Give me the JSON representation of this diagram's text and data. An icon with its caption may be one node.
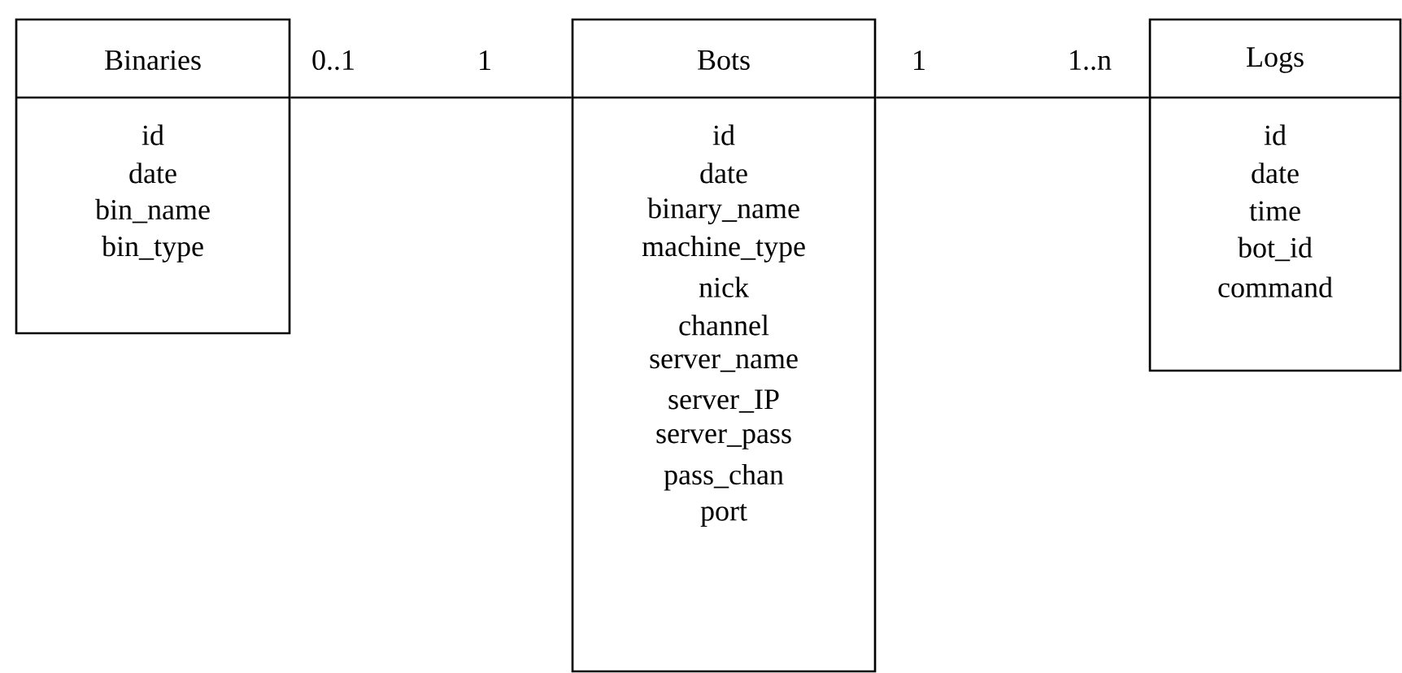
{
  "diagram": {
    "nodes": [
      {
        "text": [
          "Binaries",
          "id",
          "date",
          "bin_name",
          "bin_type"
        ]
      },
      {
        "text": [
          "Bots",
          "id",
          "date",
          "binary_name",
          "machine_type",
          "nick",
          "channel",
          "server_name",
          "server_IP",
          "server_pass",
          "pass_chan",
          "port"
        ]
      },
      {
        "text": [
          "Logs",
          "id",
          "date",
          "time",
          "bot_id",
          "command"
        ]
      }
    ],
    "edges": [
      {
        "from": 0,
        "to": 1,
        "arrow": "none"
      },
      {
        "from": 1,
        "to": 2,
        "arrow": "none"
      }
    ],
    "labels": [
      "0..1",
      "1",
      "1",
      "1..n"
    ]
  }
}
